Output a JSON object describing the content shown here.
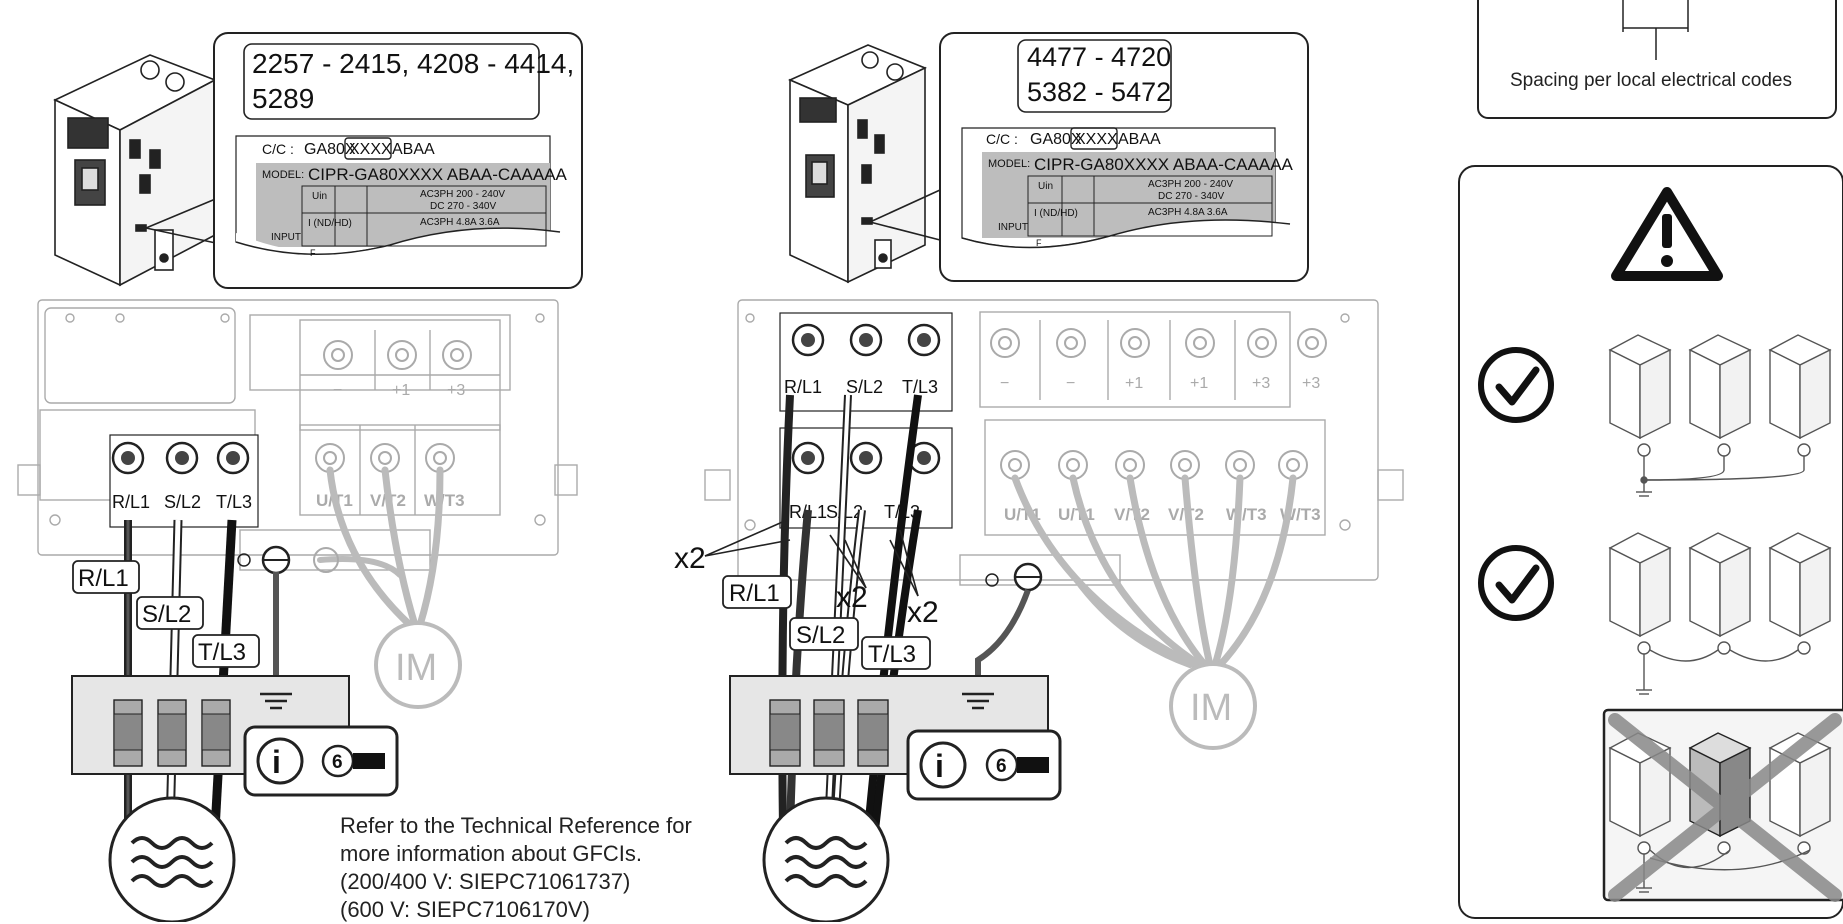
{
  "left_panel": {
    "callout_line1": "2257 - 2415, 4208 - 4414,",
    "callout_line2": "5289",
    "nameplate": {
      "cc_label": "C/C :",
      "cc_code": "GA80X",
      "cc_code_box": "XXXX",
      "cc_code_end": "ABAA",
      "model_label": "MODEL:",
      "model_value": "CIPR-GA80XXXX ABAA-CAAAAA",
      "uin_label": "Uin",
      "uin_value_1": "AC3PH 200 - 240V",
      "uin_value_2": "DC 270 - 340V",
      "i_label": "I (ND/HD)",
      "i_value": "AC3PH 4.8A 3.6A",
      "input_label": "INPUT",
      "f_label": "F"
    },
    "terminals_input": [
      "R/L1",
      "S/L2",
      "T/L3"
    ],
    "terminals_output": [
      "U/T1",
      "V/T2",
      "W/T3"
    ],
    "terminals_dc": [
      "−",
      "+1",
      "+3"
    ],
    "wire_labels": [
      "R/L1",
      "S/L2",
      "T/L3"
    ],
    "motor": "IM",
    "info_number": "6"
  },
  "middle_panel": {
    "callout_line1": "4477 - 4720",
    "callout_line2": "5382 - 5472",
    "nameplate": {
      "cc_label": "C/C :",
      "cc_code": "GA80X",
      "cc_code_box": "XXXX",
      "cc_code_end": "ABAA",
      "model_label": "MODEL:",
      "model_value": "CIPR-GA80XXXX ABAA-CAAAAA",
      "uin_label": "Uin",
      "uin_value_1": "AC3PH 200 - 240V",
      "uin_value_2": "DC 270 - 340V",
      "i_label": "I (ND/HD)",
      "i_value": "AC3PH 4.8A 3.6A",
      "input_label": "INPUT",
      "f_label": "F"
    },
    "terminals_input_top": [
      "R/L1",
      "S/L2",
      "T/L3"
    ],
    "terminals_input_bottom": [
      "R/L1",
      "S/L2",
      "T/L3"
    ],
    "terminals_output": [
      "U/T1",
      "U/T1",
      "V/T2",
      "V/T2",
      "W/T3",
      "W/T3"
    ],
    "terminals_dc": [
      "−",
      "−",
      "+1",
      "+1",
      "+3",
      "+3"
    ],
    "wire_labels": [
      "R/L1",
      "S/L2",
      "T/L3"
    ],
    "multiplier": "x2",
    "motor": "IM",
    "info_number": "6"
  },
  "note": {
    "line1": "Refer to the Technical Reference for",
    "line2": "more information about GFCIs.",
    "line3": "(200/400 V: SIEPC71061737)",
    "line4": "(600 V: SIEPC7106170V)"
  },
  "right_panel": {
    "spacing_text": "Spacing per local electrical codes",
    "warning_icon": "warning-triangle-icon",
    "correct_icon": "check-circle-icon",
    "wrong_mark": "x-cross-icon"
  }
}
